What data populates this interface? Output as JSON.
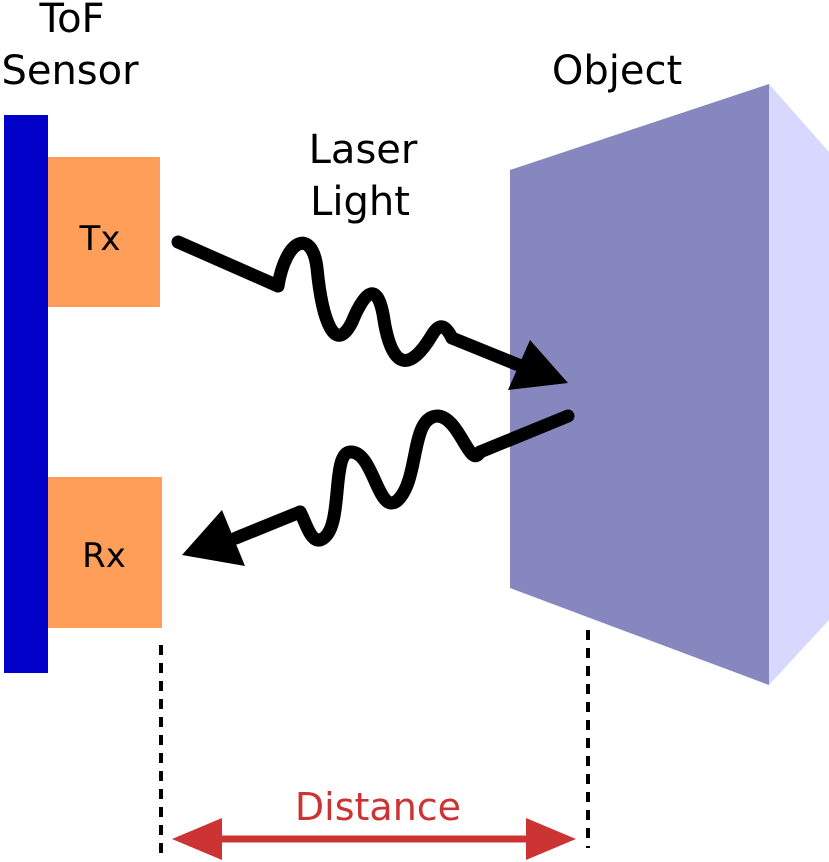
{
  "sensor": {
    "title_line1": "ToF",
    "title_line2": "Sensor",
    "transmitter_label": "Tx",
    "receiver_label": "Rx"
  },
  "object": {
    "label": "Object"
  },
  "laser": {
    "label_line1": "Laser",
    "label_line2": "Light"
  },
  "distance": {
    "label": "Distance"
  },
  "colors": {
    "sensor_bar": "#0000c8",
    "tx_rx_box": "#ff9e58",
    "object_front": "#8787c0",
    "object_side": "#d8d8ff",
    "distance_arrow": "#cc3333",
    "beam": "#000000"
  }
}
